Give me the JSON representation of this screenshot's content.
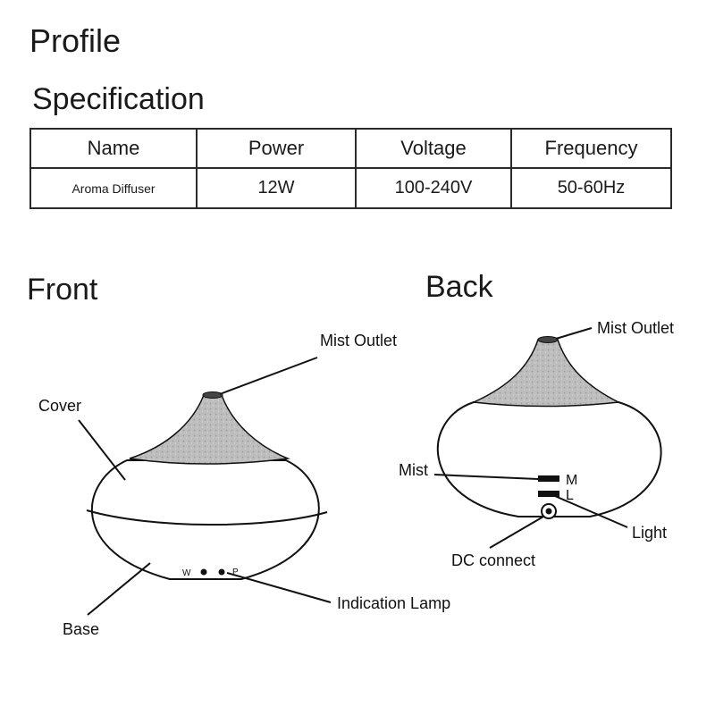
{
  "profile_title": "Profile",
  "spec_title": "Specification",
  "table": {
    "headers": [
      "Name",
      "Power",
      "Voltage",
      "Frequency"
    ],
    "row": [
      "Aroma Diffuser",
      "12W",
      "100-240V",
      "50-60Hz"
    ]
  },
  "front": {
    "title": "Front",
    "labels": {
      "mist_outlet": "Mist Outlet",
      "cover": "Cover",
      "base": "Base",
      "indication_lamp": "Indication Lamp",
      "w": "W",
      "p": "P"
    }
  },
  "back": {
    "title": "Back",
    "labels": {
      "mist_outlet": "Mist Outlet",
      "mist": "Mist",
      "m": "M",
      "l": "L",
      "light": "Light",
      "dc_connect": "DC connect"
    }
  },
  "colors": {
    "line": "#111111",
    "cover_shade": "#b8b8b8",
    "body_fill": "#ffffff"
  }
}
